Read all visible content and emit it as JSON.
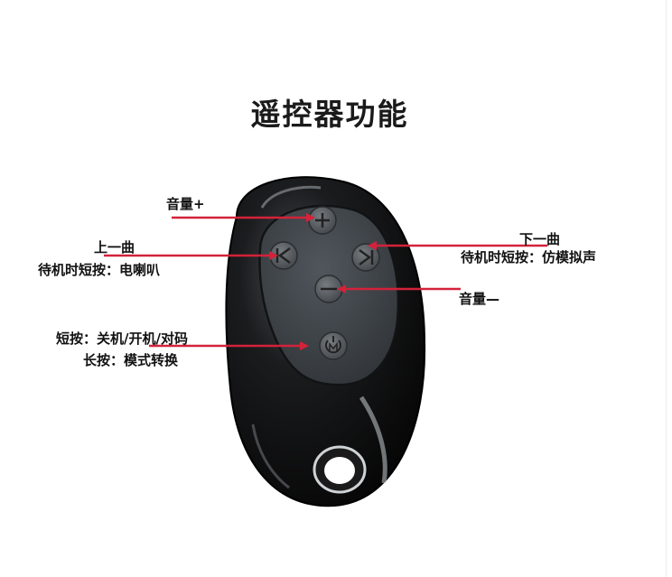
{
  "title": "遥控器功能",
  "colors": {
    "arrow": "#d3223a",
    "body_dark": "#0f0f10",
    "face": "#3d4247",
    "button": "#55595e",
    "symbol": "#222222"
  },
  "labels": {
    "vol_up": "音量+",
    "prev_line1": "上一曲",
    "prev_line2": "待机时短按：电喇叭",
    "next_line1": "下一曲",
    "next_line2": "待机时短按：仿模拟声",
    "vol_down": "音量—",
    "power_line1": "短按：关机/开机/对码",
    "power_line2": "长按：模式转换"
  }
}
